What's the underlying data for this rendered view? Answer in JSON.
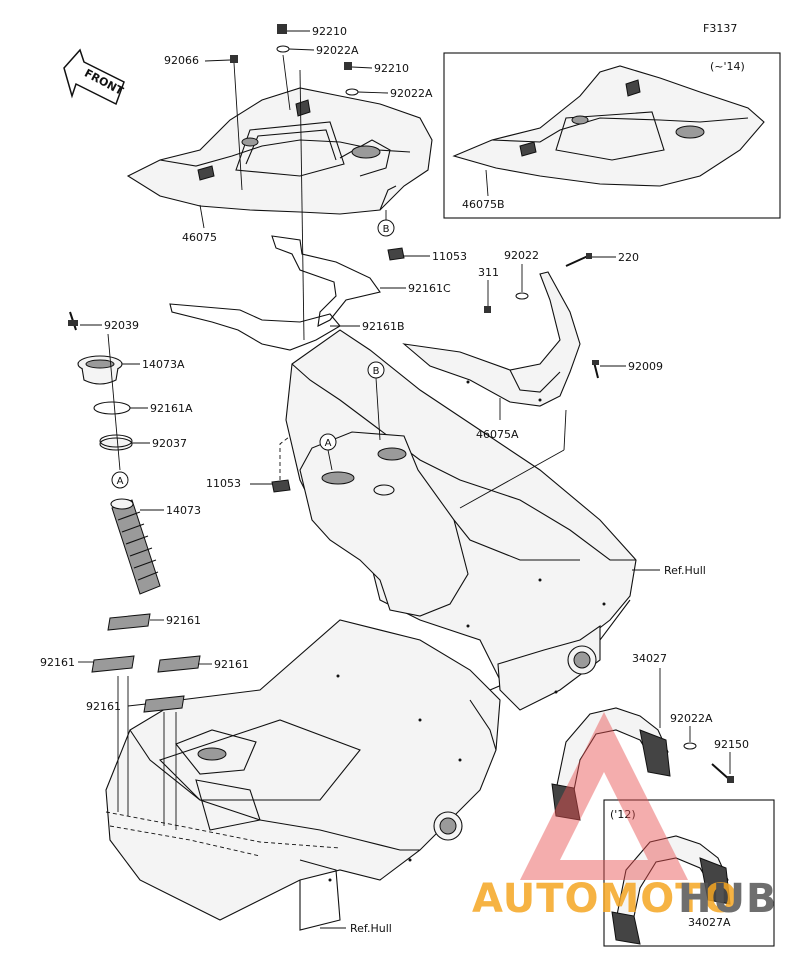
{
  "figure_code": "F3137",
  "front_label": "FRONT",
  "parts": {
    "p92210_top": "92210",
    "p92022A_top": "92022A",
    "p92066": "92066",
    "p92210_mid": "92210",
    "p92022A_mid": "92022A",
    "p46075": "46075",
    "p11053_upper": "11053",
    "p92161C": "92161C",
    "p92161B": "92161B",
    "p92039": "92039",
    "p14073A": "14073A",
    "p92161A": "92161A",
    "p92037": "92037",
    "p14073": "14073",
    "p11053_lower": "11053",
    "p46075B": "46075B",
    "p311": "311",
    "p92022": "92022",
    "p220": "220",
    "p92009": "92009",
    "p46075A": "46075A",
    "ref_hull_upper": "Ref.Hull",
    "p92161_a": "92161",
    "p92161_b": "92161",
    "p92161_c": "92161",
    "p92161_d": "92161",
    "p34027": "34027",
    "p92022A_right": "92022A",
    "p92150": "92150",
    "p34027A": "34027A",
    "ref_hull_lower": "Ref.Hull"
  },
  "inset_labels": {
    "year_14": "(~'14)",
    "year_12": "('12)"
  },
  "callouts": {
    "b_upper": "B",
    "b_lower": "B",
    "a_left": "A",
    "a_mid": "A"
  },
  "watermark": {
    "text_orange": "AUTOMOTO",
    "text_dark": "HUB",
    "color_orange": "#f5a623",
    "color_dark": "#555555",
    "color_logo": "#e85050"
  }
}
